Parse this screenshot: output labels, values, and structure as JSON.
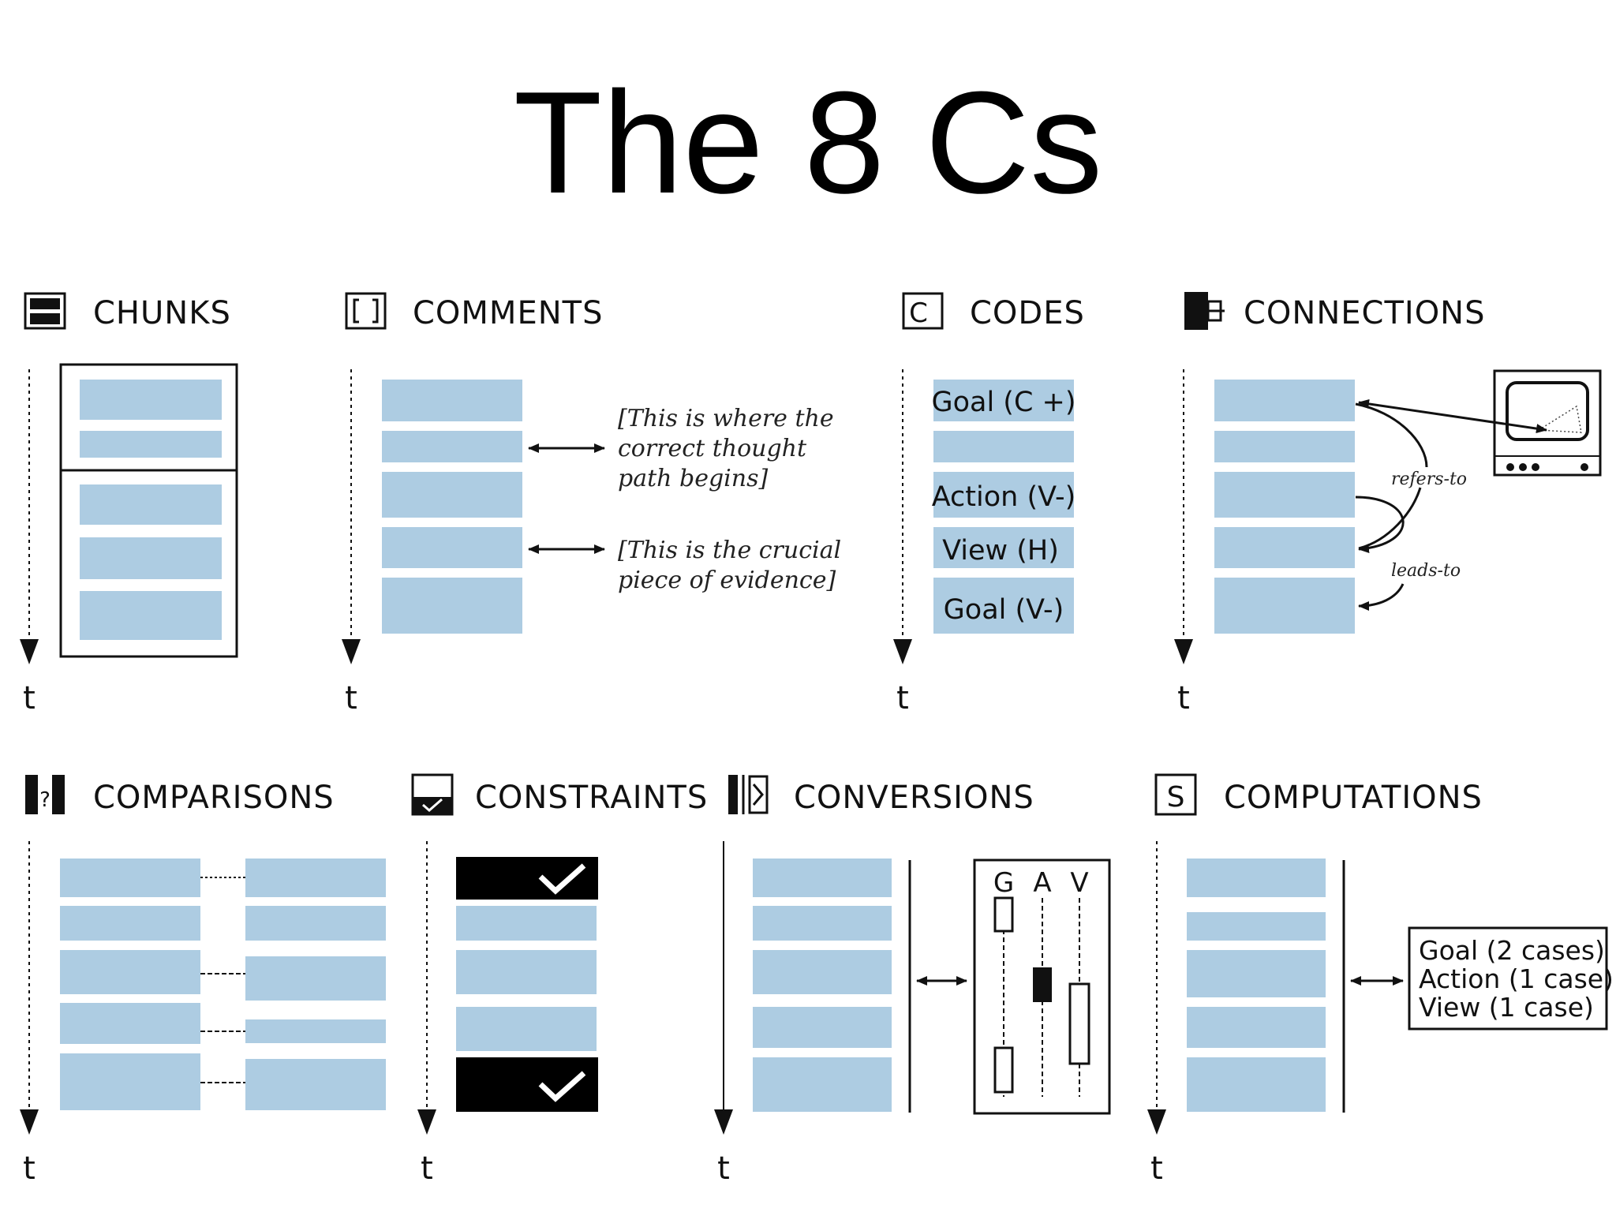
{
  "title": "The 8 Cs",
  "time_label": "t",
  "panels": {
    "chunks": {
      "label": "CHUNKS"
    },
    "comments": {
      "label": "COMMENTS",
      "note1": [
        "[This is where the",
        "correct thought",
        "path begins]"
      ],
      "note2": [
        "[This is the crucial",
        "piece of evidence]"
      ]
    },
    "codes": {
      "label": "CODES",
      "icon_letter": "C",
      "items": [
        "Goal (C +)",
        "",
        "Action (V-)",
        "View (H)",
        "Goal (V-)"
      ]
    },
    "connections": {
      "label": "CONNECTIONS",
      "refers_to": "refers-to",
      "leads_to": "leads-to"
    },
    "comparisons": {
      "label": "COMPARISONS",
      "icon_mark": "?"
    },
    "constraints": {
      "label": "CONSTRAINTS"
    },
    "conversions": {
      "label": "CONVERSIONS",
      "columns": [
        "G",
        "A",
        "V"
      ]
    },
    "computations": {
      "label": "COMPUTATIONS",
      "icon_letter": "S",
      "lines": [
        "Goal (2 cases)",
        "Action (1 case)",
        "View (1 case)"
      ]
    }
  },
  "colors": {
    "block": "#adcce2",
    "ink": "#111111"
  }
}
